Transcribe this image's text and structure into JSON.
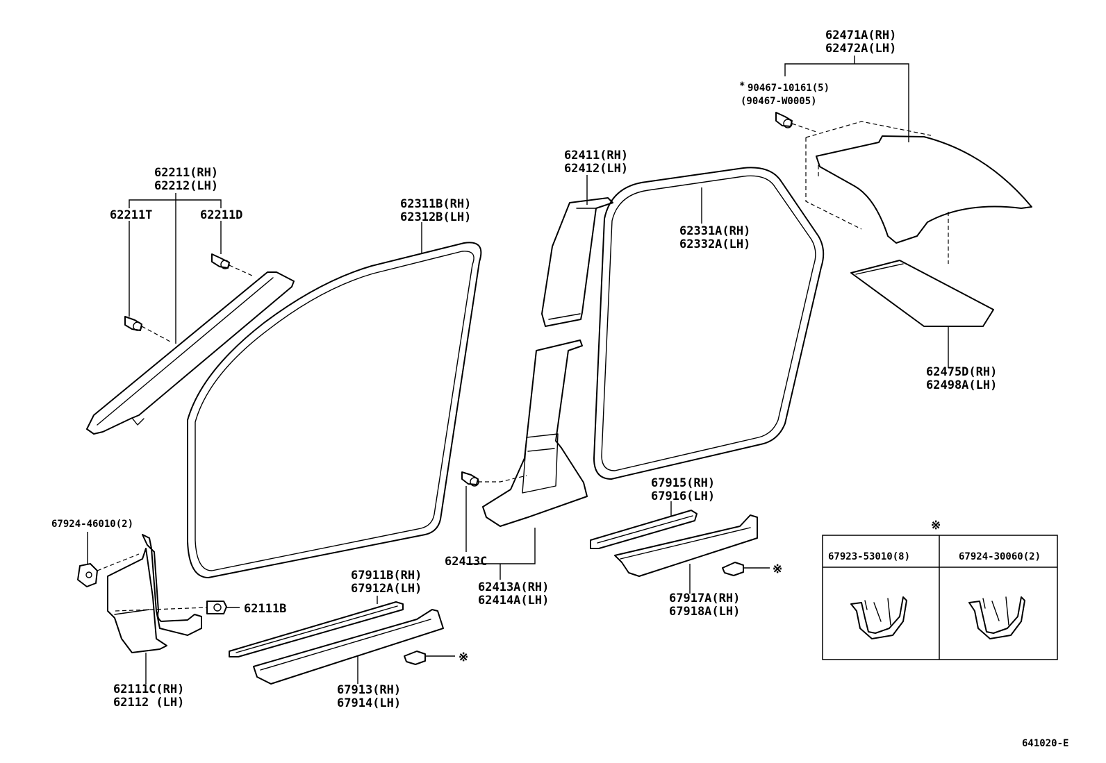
{
  "labels": {
    "l_62471A": "62471A(RH)",
    "l_62472A": "62472A(LH)",
    "l_90467_10161": "90467-10161(5)",
    "l_90467_W0005": "(90467-W0005)",
    "l_62411": "62411(RH)",
    "l_62412": "62412(LH)",
    "l_62211": "62211(RH)",
    "l_62212": "62212(LH)",
    "l_62211T": "62211T",
    "l_62211D": "62211D",
    "l_62311B": "62311B(RH)",
    "l_62312B": "62312B(LH)",
    "l_62331A": "62331A(RH)",
    "l_62332A": "62332A(LH)",
    "l_62475D": "62475D(RH)",
    "l_62498A": "62498A(LH)",
    "l_67915": "67915(RH)",
    "l_67916": "67916(LH)",
    "l_67924_46010": "67924-46010(2)",
    "l_62111B": "62111B",
    "l_62413C": "62413C",
    "l_62413A": "62413A(RH)",
    "l_62414A": "62414A(LH)",
    "l_67911B": "67911B(RH)",
    "l_67912A": "67912A(LH)",
    "l_67917A": "67917A(RH)",
    "l_67918A": "67918A(LH)",
    "l_62111C": "62111C(RH)",
    "l_62112": "62112  (LH)",
    "l_67913": "67913(RH)",
    "l_67914": "67914(LH)",
    "l_67923_53010": "67923-53010(8)",
    "l_67924_30060": "67924-30060(2)",
    "l_diagram_code": "641020-E"
  },
  "symbols": {
    "note_mark": "※",
    "star_mark": "*"
  }
}
